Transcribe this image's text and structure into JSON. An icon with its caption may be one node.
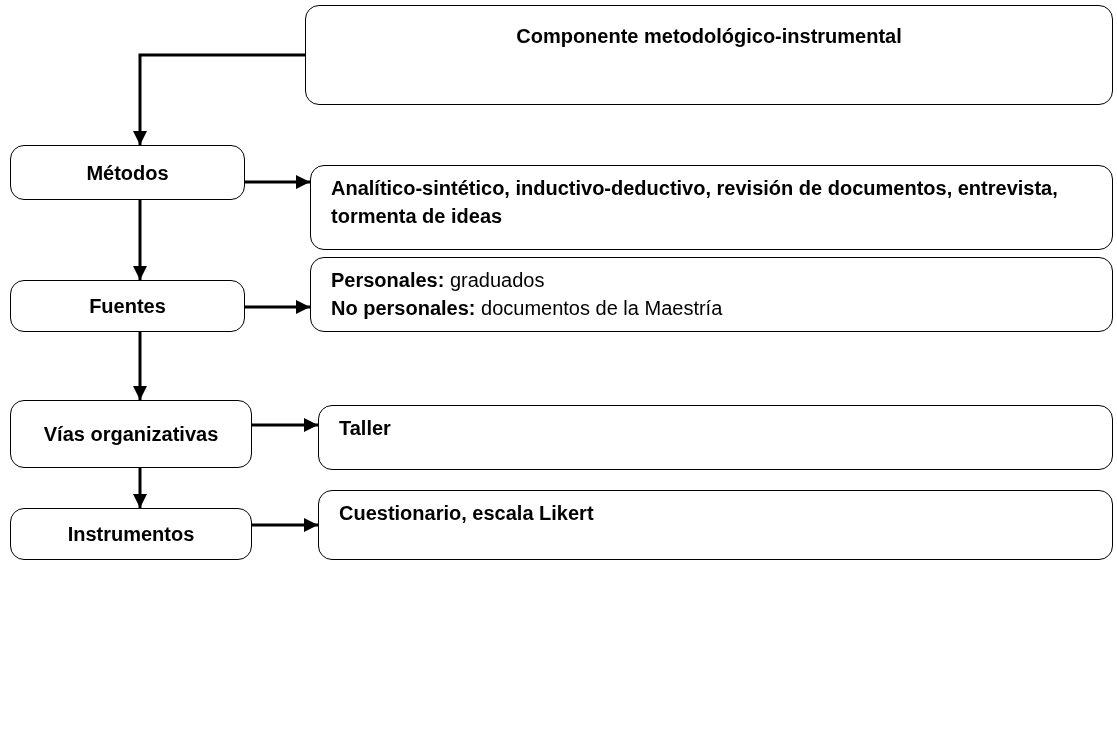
{
  "diagram": {
    "nodes": [
      {
        "text": [
          "Componente metodológico-instrumental"
        ]
      },
      {
        "text": [
          "Métodos"
        ]
      },
      {
        "text": [
          "Analítico-sintético, inductivo-deductivo, revisión de documentos, entrevista, tormenta de ideas"
        ]
      },
      {
        "text": [
          "Fuentes"
        ]
      },
      {
        "text": [
          "**Personales:** graduados",
          "**No personales:** documentos de la Maestría"
        ]
      },
      {
        "text": [
          "Vías organizativas"
        ]
      },
      {
        "text": [
          "Taller"
        ]
      },
      {
        "text": [
          "Instrumentos"
        ]
      },
      {
        "text": [
          "Cuestionario, escala Likert"
        ]
      }
    ],
    "edges": [
      {
        "from": 0,
        "to": 1,
        "arrow": "to"
      },
      {
        "from": 1,
        "to": 2,
        "arrow": "to"
      },
      {
        "from": 1,
        "to": 3,
        "arrow": "to"
      },
      {
        "from": 3,
        "to": 4,
        "arrow": "to"
      },
      {
        "from": 3,
        "to": 5,
        "arrow": "to"
      },
      {
        "from": 5,
        "to": 6,
        "arrow": "to"
      },
      {
        "from": 5,
        "to": 7,
        "arrow": "to"
      },
      {
        "from": 7,
        "to": 8,
        "arrow": "to"
      }
    ]
  }
}
